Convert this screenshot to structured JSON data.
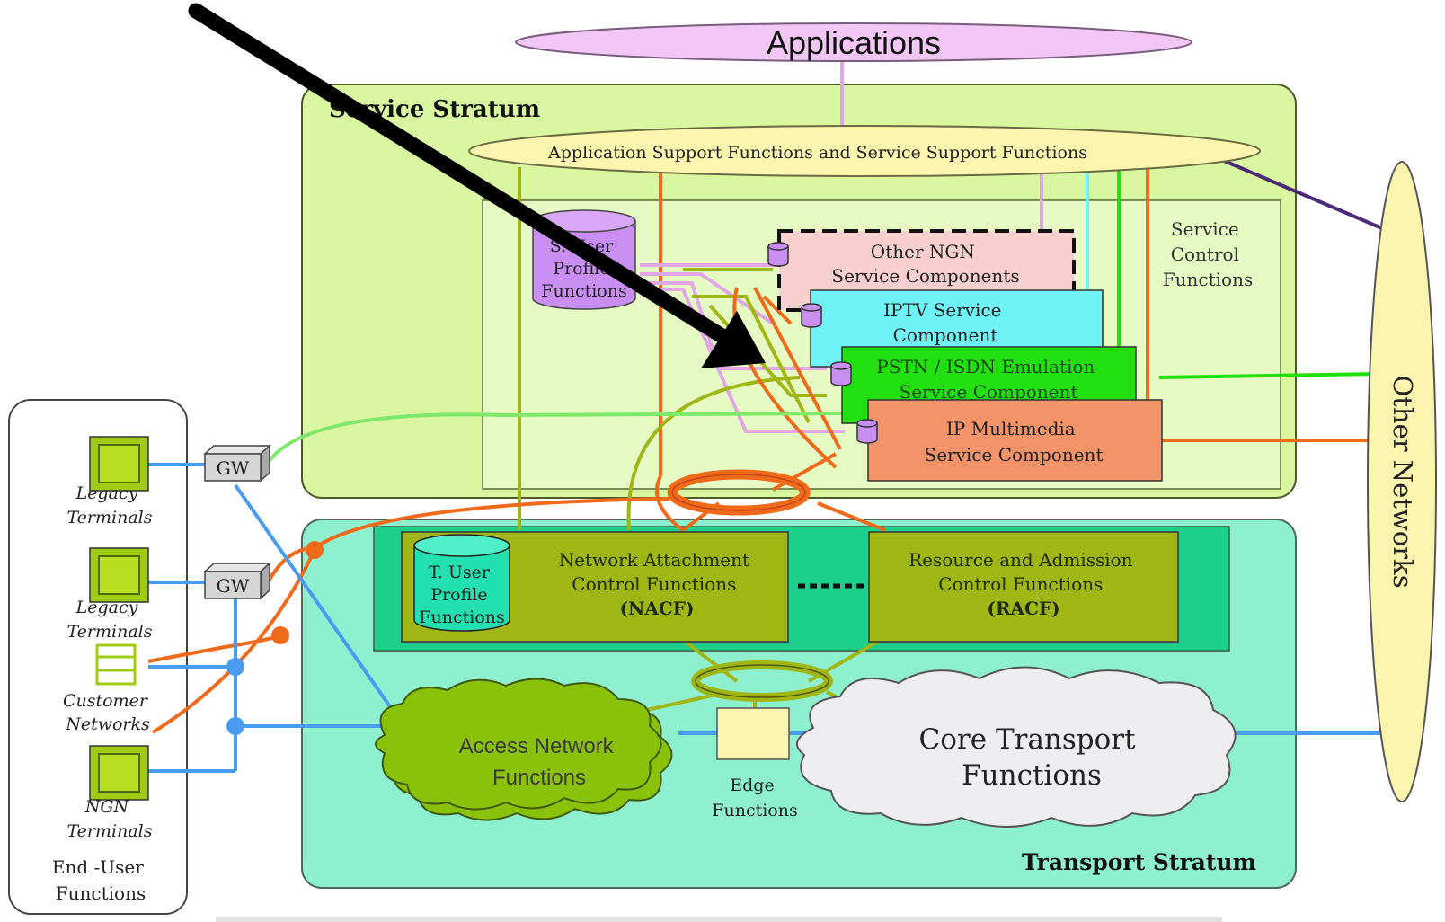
{
  "applications": "Applications",
  "service_stratum": {
    "title": "Service Stratum",
    "support_functions": "Application Support Functions and Service Support Functions",
    "service_control": [
      "Service",
      "Control",
      "Functions"
    ],
    "s_user_profile": [
      "S. User",
      "Profile",
      "Functions"
    ],
    "components": {
      "other_ngn": [
        "Other NGN",
        "Service Components"
      ],
      "iptv": [
        "IPTV Service",
        "Component"
      ],
      "pstn": [
        "PSTN / ISDN Emulation",
        "Service Component"
      ],
      "ip_multimedia": [
        "IP Multimedia",
        "Service Component"
      ]
    }
  },
  "transport_stratum": {
    "title": "Transport Stratum",
    "t_user_profile": [
      "T. User",
      "Profile",
      "Functions"
    ],
    "nacf": [
      "Network Attachment",
      "Control Functions",
      "(NACF)"
    ],
    "racf": [
      "Resource and Admission",
      "Control Functions",
      "(RACF)"
    ],
    "access_network": [
      "Access Network",
      "Functions"
    ],
    "edge": [
      "Edge",
      "Functions"
    ],
    "core_transport": [
      "Core Transport",
      "Functions"
    ]
  },
  "end_user": {
    "gw1": "GW",
    "gw2": "GW",
    "legacy1": [
      "Legacy",
      "Terminals"
    ],
    "legacy2": [
      "Legacy",
      "Terminals"
    ],
    "customer": [
      "Customer",
      "Networks"
    ],
    "ngn": [
      "NGN",
      "Terminals"
    ],
    "title": [
      "End -User",
      "Functions"
    ]
  },
  "other_networks": "Other Networks",
  "colors": {
    "service_bg": "#d9f7a0",
    "transport_bg": "#8ef0cf",
    "support_ellipse": "#fbf5b0",
    "applications": "#f2c6f5",
    "other_ngn": "#f7cfcf",
    "iptv": "#6ff3f7",
    "pstn": "#22e00f",
    "ip_multimedia": "#f3936a",
    "olive": "#9fb615",
    "orange": "#f06a1a",
    "blue": "#4a9cf0",
    "pink": "#e0a6e8",
    "purple": "#4a2a78"
  }
}
